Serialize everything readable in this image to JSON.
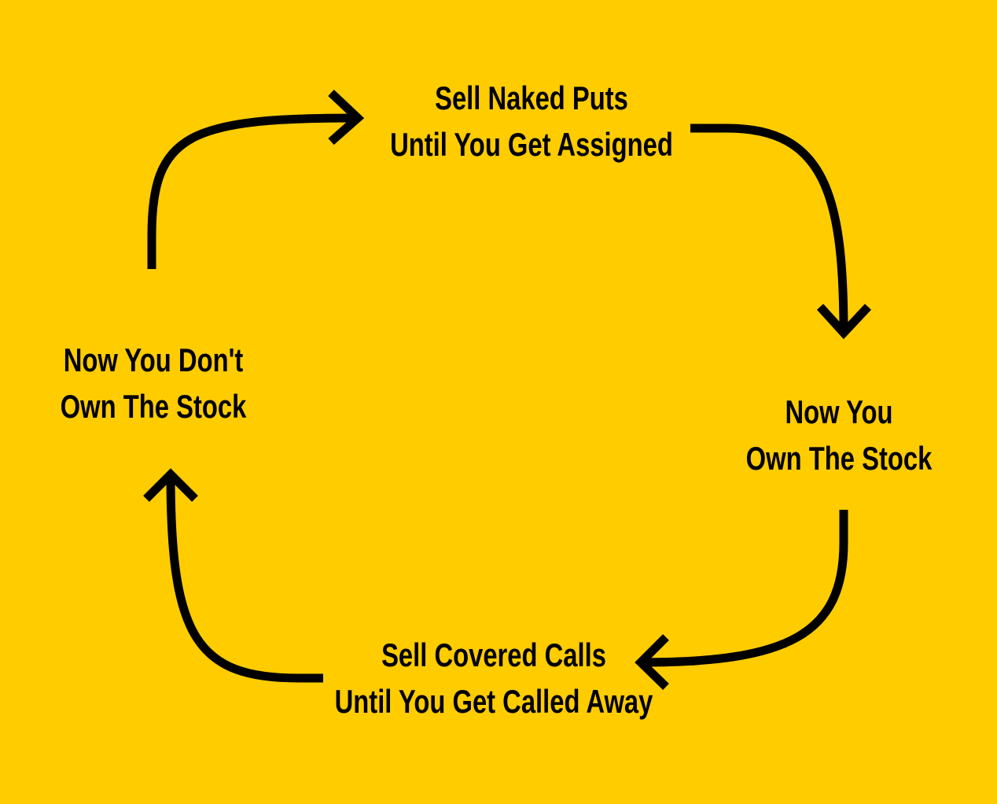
{
  "diagram": {
    "colors": {
      "background": "#FFCC00",
      "ink": "#000000"
    },
    "steps": {
      "top": {
        "line1": "Sell Naked Puts",
        "line2": "Until You Get Assigned"
      },
      "right": {
        "line1": "Now You",
        "line2": "Own The Stock"
      },
      "bottom": {
        "line1": "Sell Covered Calls",
        "line2": "Until You Get Called Away"
      },
      "left": {
        "line1": "Now You Don't",
        "line2": "Own The Stock"
      }
    }
  }
}
